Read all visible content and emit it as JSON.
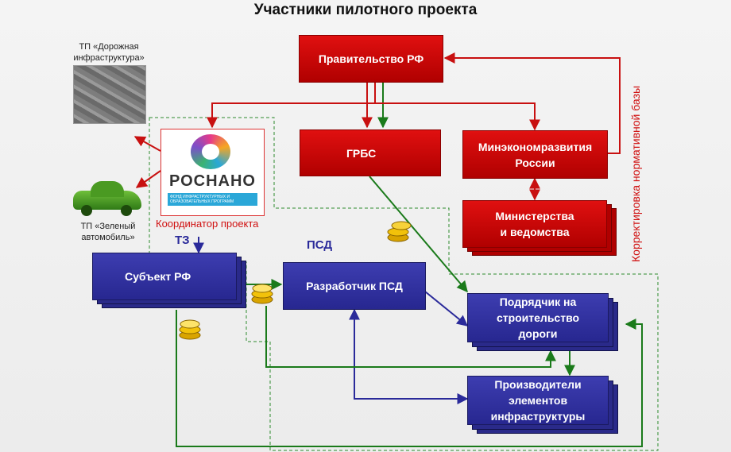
{
  "title": "Участники пилотного проекта",
  "nodes": {
    "government": "Правительство  РФ",
    "grbs": "ГРБС",
    "mineconomy": "Минэкономразвития\nРоссии",
    "ministries": "Министерства\nи ведомства",
    "subject": "Субъект  РФ",
    "developer": "Разработчик   ПСД",
    "contractor": "Подрядчик на\nстроительство\nдороги",
    "producers": "Производители\nэлементов\nинфраструктуры"
  },
  "logo": {
    "name": "РОСНАНО",
    "sub": "ФОНД ИНФРАСТРУКТУРНЫХ И ОБРАЗОВАТЕЛЬНЫХ ПРОГРАММ"
  },
  "labels": {
    "tp_road": "ТП «Дорожная\nинфраструктура»",
    "tp_green": "ТП «Зеленый\nавтомобиль»",
    "coordinator": "Координатор проекта",
    "tz": "ТЗ",
    "psd": "ПСД",
    "regulatory": "Корректировка нормативной базы"
  },
  "icons": [
    "coins-icon",
    "road-interchange-photo",
    "green-car-photo"
  ],
  "colors": {
    "red": "#c80000",
    "blue": "#2a2a90",
    "arrow_red": "#c81010",
    "arrow_green": "#1a7a1a",
    "arrow_blue": "#2a2a9a",
    "dashed_green": "#2e8b2e"
  }
}
